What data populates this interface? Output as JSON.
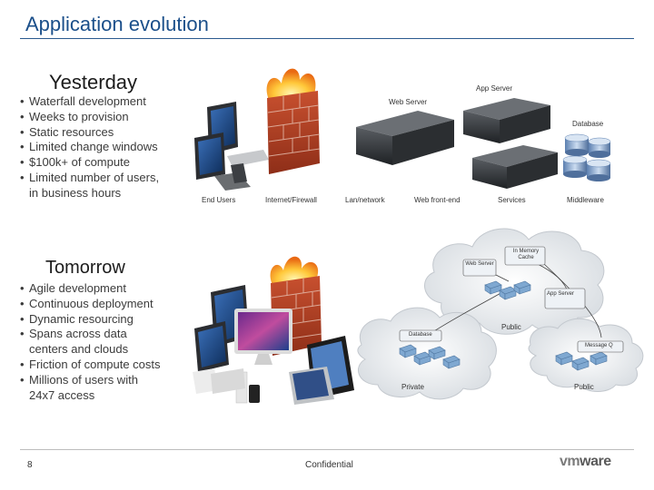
{
  "slide": {
    "title": "Application evolution",
    "page_number": "8",
    "footer_text": "Confidential",
    "logo_text": "vmware",
    "logo_prefix": "vm",
    "logo_suffix": "ware"
  },
  "yesterday": {
    "heading": "Yesterday",
    "bullets": [
      "Waterfall development",
      "Weeks to provision",
      "Static resources",
      "Limited change windows",
      "$100k+ of compute",
      "Limited number of users,",
      "in business hours"
    ],
    "diagram": {
      "labels": {
        "app_server": "App Server",
        "web_server": "Web Server",
        "database": "Database",
        "end_users": "End Users",
        "internet_firewall": "Internet/Firewall",
        "lan_network": "Lan/network",
        "web_front_end": "Web front-end",
        "services": "Services",
        "middleware": "Middleware"
      }
    }
  },
  "tomorrow": {
    "heading": "Tomorrow",
    "bullets": [
      "Agile development",
      "Continuous deployment",
      "Dynamic resourcing",
      "Spans across data",
      "centers and clouds",
      "Friction of compute costs",
      "Millions of users with",
      "24x7 access"
    ],
    "diagram": {
      "labels": {
        "in_memory_cache": "In Memory Cache",
        "web_server": "Web Server",
        "app_server": "App Server",
        "database": "Database",
        "message": "Message Q",
        "public_1": "Public",
        "public_2": "Public",
        "private": "Private"
      }
    }
  }
}
